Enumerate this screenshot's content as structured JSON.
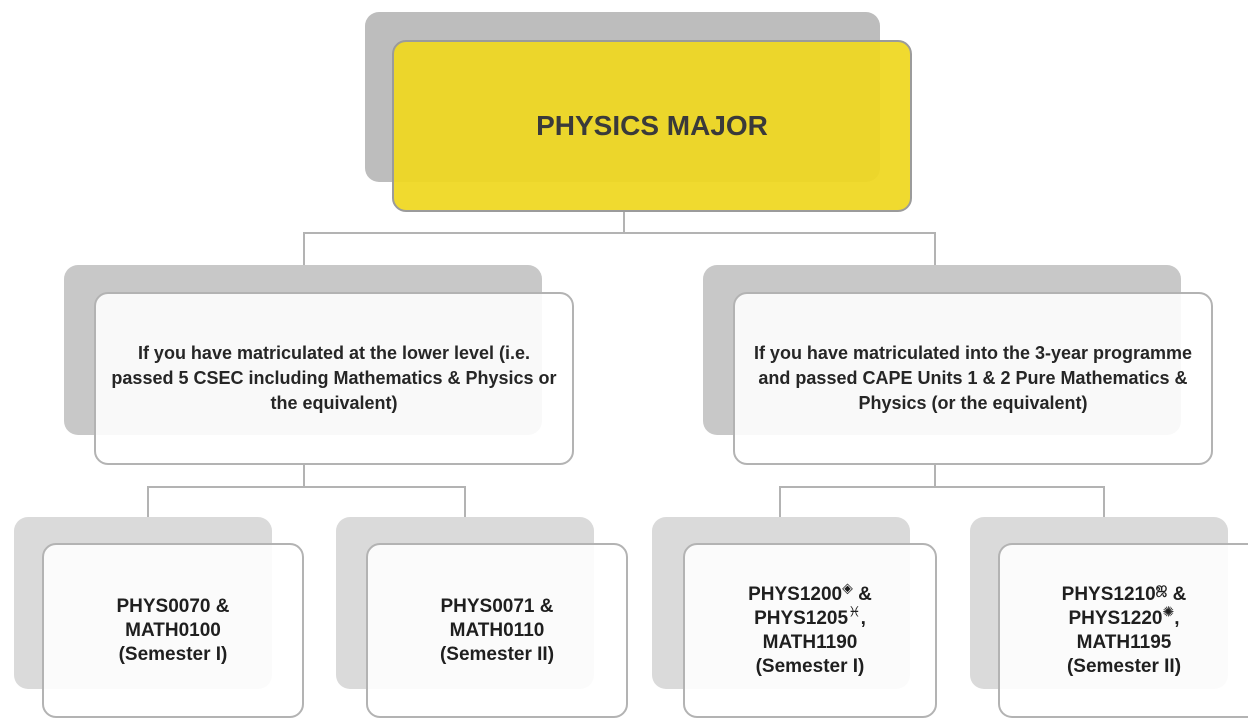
{
  "title": "PHYSICS MAJOR",
  "left_branch": {
    "condition": "If you have matriculated at the lower level (i.e. passed 5 CSEC including Mathematics & Physics or the equivalent)",
    "courses": [
      {
        "line1": "PHYS0070 &",
        "line2": "MATH0100",
        "line3": "(Semester I)"
      },
      {
        "line1": "PHYS0071 &",
        "line2": "MATH0110",
        "line3": "(Semester II)"
      }
    ]
  },
  "right_branch": {
    "condition": "If you have matriculated into the 3-year programme and passed CAPE Units 1 & 2 Pure Mathematics & Physics (or the equivalent)",
    "courses": [
      {
        "code_a": "PHYS1200",
        "sym_a": "◈",
        "mid_a": " &",
        "code_b": "PHYS1205",
        "sym_b": "♓",
        "mid_b": ",",
        "line3": "MATH1190",
        "line4": "(Semester I)"
      },
      {
        "code_a": "PHYS1210",
        "sym_a": "ஜ",
        "mid_a": " &",
        "code_b": "PHYS1220",
        "sym_b": "✺",
        "mid_b": ",",
        "line3": "MATH1195",
        "line4": "(Semester II)"
      }
    ]
  },
  "colors": {
    "title_fill": "#efd71f",
    "shadow_title": "#bdbdbd",
    "shadow_mid": "#c8c8c8",
    "shadow_low": "#dadada",
    "connector": "#b3b3b3"
  }
}
